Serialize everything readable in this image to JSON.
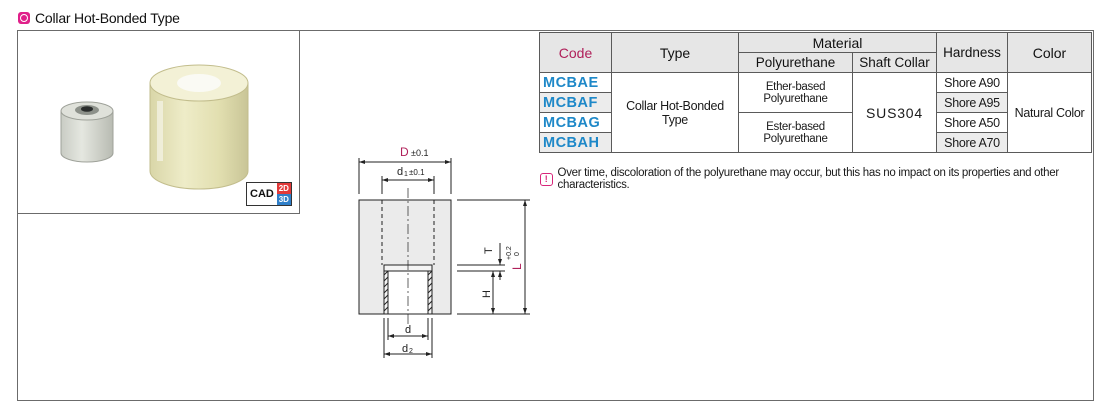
{
  "header": {
    "title": "Collar Hot-Bonded Type",
    "icon": "circle-badge-icon",
    "accent": "#e0208a"
  },
  "photo": {
    "cad": {
      "label": "CAD",
      "dims_top": "2D",
      "dims_bottom": "3D"
    }
  },
  "drawing": {
    "dims": {
      "D": "D",
      "D_tol": "±0.1",
      "d1": "d",
      "d1_sub": "1",
      "d1_tol": "±0.1",
      "T": "T",
      "H": "H",
      "L": "L",
      "L_tol_upper": "+0.2",
      "L_tol_lower": "0",
      "d": "d",
      "d2": "d",
      "d2_sub": "2"
    },
    "label_color": "#b0205a"
  },
  "table": {
    "headers": {
      "code": "Code",
      "type": "Type",
      "material": "Material",
      "polyurethane": "Polyurethane",
      "shaft_collar": "Shaft Collar",
      "hardness": "Hardness",
      "color": "Color"
    },
    "type_value": "Collar Hot-Bonded Type",
    "shaft_collar_value": "SUS304",
    "color_value": "Natural Color",
    "polyurethane_groups": [
      "Ether-based Polyurethane",
      "Ester-based Polyurethane"
    ],
    "rows": [
      {
        "code": "MCBAE",
        "hardness": "Shore A90"
      },
      {
        "code": "MCBAF",
        "hardness": "Shore A95"
      },
      {
        "code": "MCBAG",
        "hardness": "Shore A50"
      },
      {
        "code": "MCBAH",
        "hardness": "Shore A70"
      }
    ],
    "code_color": "#1e88c8"
  },
  "note": {
    "icon": "exclamation-icon",
    "text": "Over time, discoloration of the polyurethane may occur, but this has no impact on its properties and other characteristics."
  }
}
